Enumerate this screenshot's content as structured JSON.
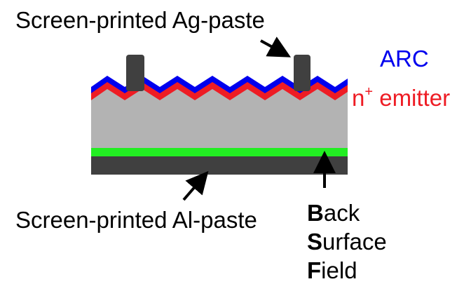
{
  "labels": {
    "ag_paste": "Screen-printed Ag-paste",
    "al_paste": "Screen-printed Al-paste",
    "arc": "ARC",
    "emitter_base": "n",
    "emitter_sup": "+",
    "emitter_rest": " emitter",
    "bsf": [
      {
        "first": "B",
        "rest": "ack"
      },
      {
        "first": "S",
        "rest": "urface"
      },
      {
        "first": "F",
        "rest": "ield"
      }
    ]
  },
  "colors": {
    "arc": "#0000ee",
    "emitter": "#ee1c24",
    "silicon": "#b3b3b3",
    "bsf": "#22ee22",
    "al_paste": "#404040",
    "ag_contact": "#404040",
    "arrow": "#000000",
    "text": "#000000"
  }
}
